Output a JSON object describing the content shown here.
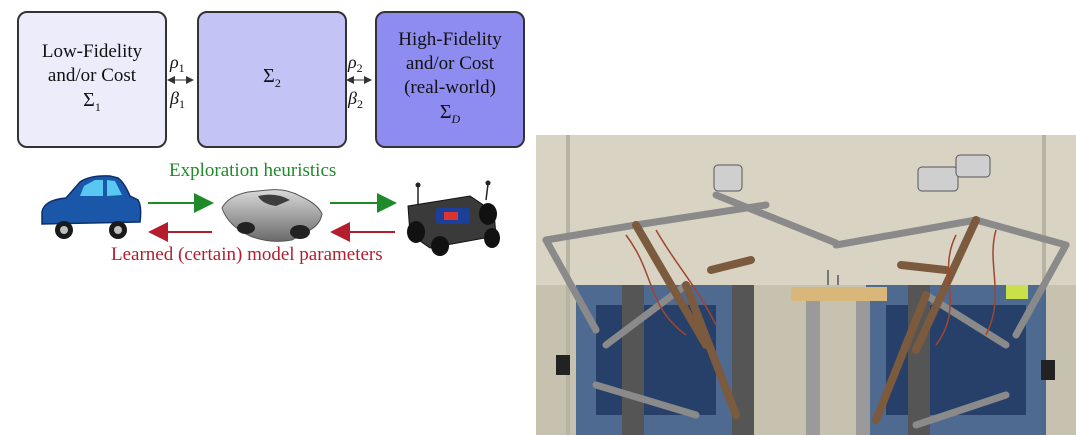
{
  "boxes": {
    "low": {
      "line1": "Low-Fidelity",
      "line2": "and/or Cost",
      "symbol": "Σ",
      "sub": "1",
      "fill": "#ececfb"
    },
    "mid": {
      "symbol": "Σ",
      "sub": "2",
      "fill": "#c4c3f5"
    },
    "high": {
      "line1": "High-Fidelity",
      "line2": "and/or Cost",
      "line3": "(real-world)",
      "symbol": "Σ",
      "sub": "D",
      "fill": "#8e8cf0"
    }
  },
  "links": {
    "rho": "ρ",
    "beta": "β",
    "idx1": "1",
    "idx2": "2"
  },
  "captions": {
    "exploration": "Exploration heuristics",
    "learned": "Learned (certain) model parameters"
  },
  "colors": {
    "exploration_arrow": "#1f8a2a",
    "learned_arrow": "#b21e2e",
    "box_border": "#333333"
  },
  "images": {
    "car_icon": "blue-cartoon-car",
    "model_icon": "gray-3d-car-model",
    "rc_icon": "rc-car-chassis",
    "photo": "parallel-robot-arms-photo"
  }
}
